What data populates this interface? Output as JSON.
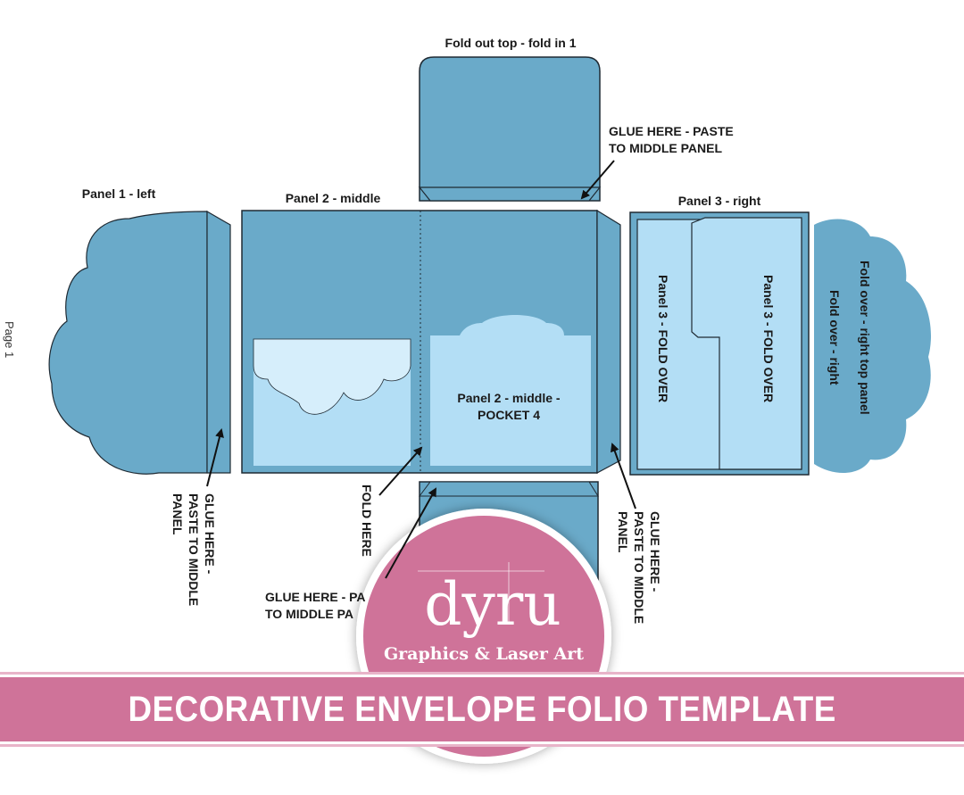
{
  "colors": {
    "panel": "#6aaac9",
    "pocket": "#b3def5",
    "flap_light": "#d6eefb",
    "outline": "#1f2a33",
    "brand_pink": "#cf7399",
    "white": "#ffffff"
  },
  "labels": {
    "top_flap": "Fold out top - fold in 1",
    "glue_top_1": "GLUE HERE - PASTE",
    "glue_top_2": "TO MIDDLE PANEL",
    "panel1": "Panel 1 - left",
    "panel2": "Panel 2 - middle",
    "panel3": "Panel 3 - right",
    "page": "Page 1",
    "pocket_1": "Panel 2 - middle -",
    "pocket_2": "POCKET 4",
    "fold_over_a": "Panel 3 - FOLD OVER",
    "fold_over_b": "Panel 3 - FOLD OVER",
    "fold_right_1": "Fold over - right top panel",
    "fold_right_2": "Fold over - right",
    "glue_left_1": "GLUE HERE -",
    "glue_left_2": "PASTE TO MIDDLE",
    "glue_left_3": "PANEL",
    "fold_here": "FOLD HERE",
    "glue_right_1": "GLUE HERE -",
    "glue_right_2": "PASTE TO MIDDLE",
    "glue_right_3": "PANEL",
    "glue_bottom_1": "GLUE HERE - PA",
    "glue_bottom_2": "TO MIDDLE PA"
  },
  "logo": {
    "wordmark": "dyru",
    "tagline": "Graphics & Laser Art"
  },
  "banner": {
    "title": "DECORATIVE ENVELOPE FOLIO TEMPLATE"
  }
}
